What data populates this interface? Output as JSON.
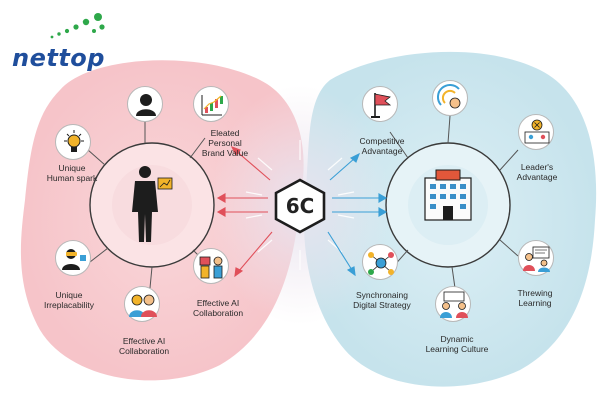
{
  "brand": {
    "name": "nettop",
    "accent": "#1f4e9c",
    "dot_color": "#2ea84a"
  },
  "hub": {
    "label": "6C"
  },
  "left_nodes": [
    {
      "icon": "person-silhouette-icon",
      "label": ""
    },
    {
      "icon": "candlestick-chart-icon",
      "label": "Eleated\nPersonal\nBrand Value"
    },
    {
      "icon": "lightbulb-icon",
      "label": "Unique\nHuman spark"
    },
    {
      "icon": "vr-headset-person-icon",
      "label": "Unique\nIrreplacability"
    },
    {
      "icon": "two-people-icon",
      "label": "Effective AI\nCollaboration"
    },
    {
      "icon": "robot-human-icon",
      "label": "Effective AI\nCollaboration"
    }
  ],
  "right_nodes": [
    {
      "icon": "flag-icon",
      "label": "Competitive\nAdvantage"
    },
    {
      "icon": "target-person-icon",
      "label": ""
    },
    {
      "icon": "leader-board-icon",
      "label": "Leader's\nAdvantage"
    },
    {
      "icon": "teacher-board-icon",
      "label": "Threwing\nLearning"
    },
    {
      "icon": "team-meeting-icon",
      "label": "Dynamic\nLearning Culture"
    },
    {
      "icon": "network-hub-icon",
      "label": "Synchronaing\nDigital Strategy"
    }
  ],
  "colors": {
    "left_bg": "#f7c8cc",
    "right_bg": "#cfe7ef",
    "left_arrow": "#e0505a",
    "right_arrow": "#3a9fd6"
  }
}
